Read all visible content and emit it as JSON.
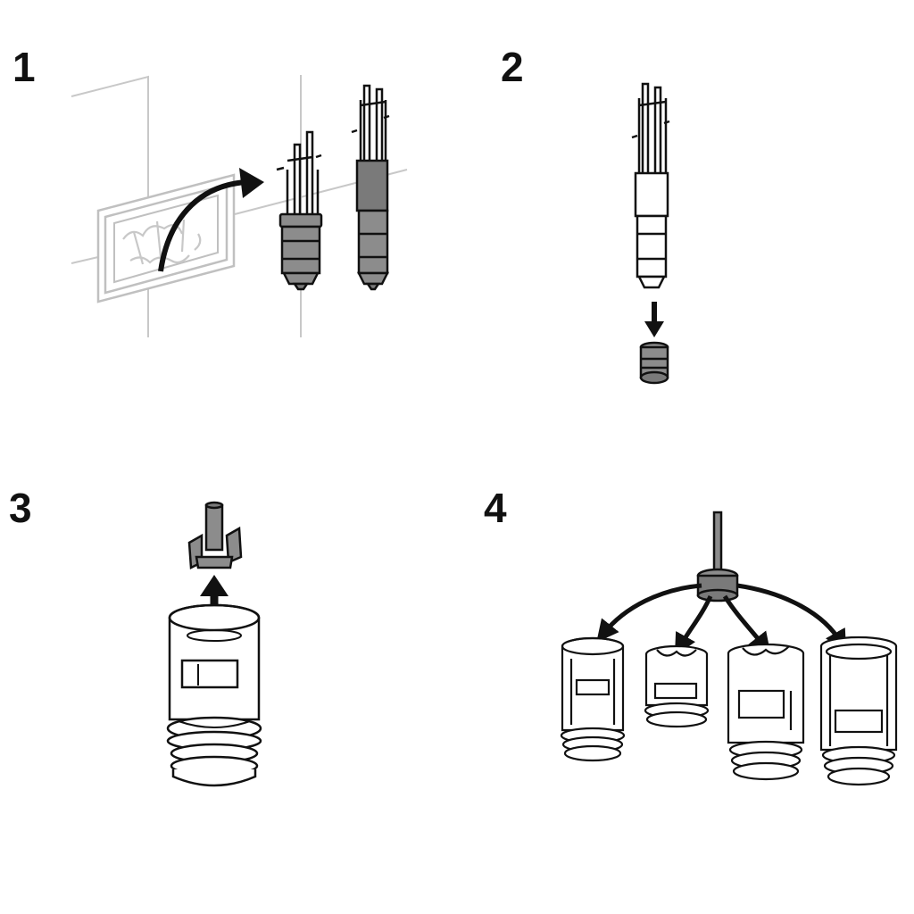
{
  "steps": [
    {
      "number": "1"
    },
    {
      "number": "2"
    },
    {
      "number": "3"
    },
    {
      "number": "4"
    }
  ],
  "colors": {
    "ink": "#111111",
    "wall_lines": "#c8c8c8",
    "valve_dark": "#7a7a7a",
    "valve_grey": "#8c8c8c",
    "paper": "#ffffff"
  }
}
